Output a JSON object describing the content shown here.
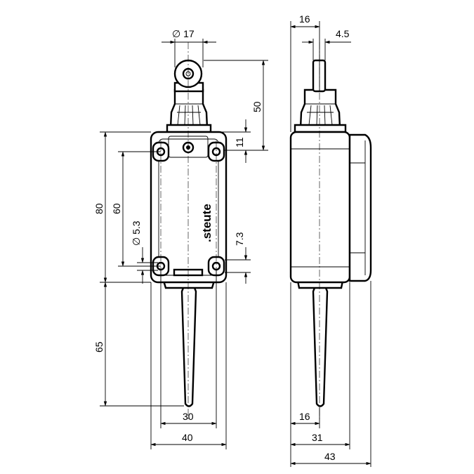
{
  "dimensions": {
    "roller_diameter": "∅ 17",
    "height_50": "50",
    "height_11": "11",
    "body_height_80": "80",
    "hole_pitch_60": "60",
    "hole_diameter": "∅ 5.3",
    "offset_7_3": "7.3",
    "lever_length_65": "65",
    "hole_spacing_30": "30",
    "body_width_40": "40",
    "side_16_top": "16",
    "side_4_5": "4.5",
    "side_16_bottom": "16",
    "side_31": "31",
    "side_43": "43"
  },
  "brand": ".steute"
}
